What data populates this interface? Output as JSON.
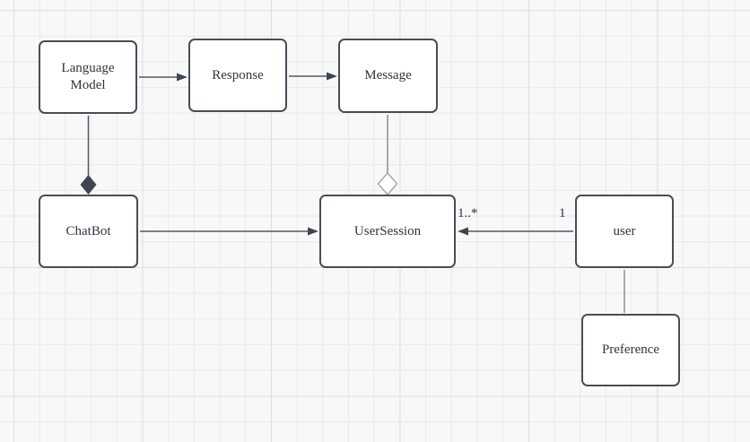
{
  "diagram": {
    "kind": "uml-class-diagram",
    "nodes": {
      "language_model": {
        "label": "Language Model"
      },
      "response": {
        "label": "Response"
      },
      "message": {
        "label": "Message"
      },
      "chatbot": {
        "label": "ChatBot"
      },
      "user_session": {
        "label": "UserSession"
      },
      "user": {
        "label": "user"
      },
      "preference": {
        "label": "Preference"
      }
    },
    "edges": {
      "language_model_to_response": {
        "type": "directed-arrow",
        "from": "Language Model",
        "to": "Response"
      },
      "response_to_message": {
        "type": "directed-arrow",
        "from": "Response",
        "to": "Message"
      },
      "language_model_to_chatbot": {
        "type": "composition-filled-diamond",
        "from": "Language Model",
        "to": "ChatBot"
      },
      "message_to_usersession": {
        "type": "aggregation-open-diamond",
        "from": "Message",
        "to": "UserSession"
      },
      "chatbot_to_usersession": {
        "type": "directed-arrow",
        "from": "ChatBot",
        "to": "UserSession"
      },
      "user_to_usersession": {
        "type": "directed-arrow",
        "from": "user",
        "to": "UserSession",
        "source_multiplicity": "1",
        "target_multiplicity": "1..*"
      },
      "user_to_preference": {
        "type": "association-line",
        "from": "user",
        "to": "Preference"
      }
    },
    "colors": {
      "canvas_bg": "#f8f8f8",
      "grid_line": "#e9eaeb",
      "grid_major_line": "#dee0e3",
      "node_fill": "#ffffff",
      "node_border": "#474e58",
      "edge_dark": "#505860",
      "edge_gray": "#a6a8ab",
      "text": "#2f353c"
    }
  }
}
